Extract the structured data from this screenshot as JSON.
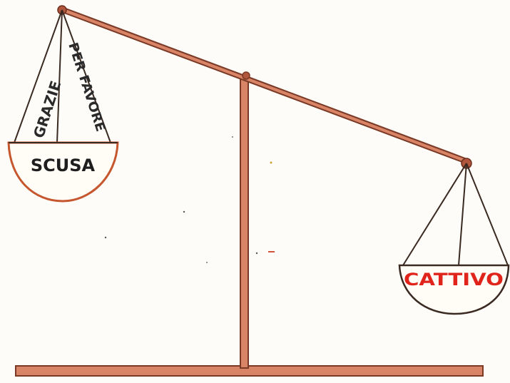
{
  "drawing": {
    "subject": "balance-scale",
    "colors": {
      "paper": "#fdfcf8",
      "wood": "#c9745a",
      "wood_dark": "#7a3a26",
      "ink": "#2a2a2a",
      "red_ink": "#e0241c"
    },
    "left_pan": {
      "words": {
        "grazie": "GRAZIE",
        "per_favore": "PER FAVORE",
        "scusa": "SCUSA"
      }
    },
    "right_pan": {
      "words": {
        "cattivo": "CATTIVO"
      }
    }
  }
}
